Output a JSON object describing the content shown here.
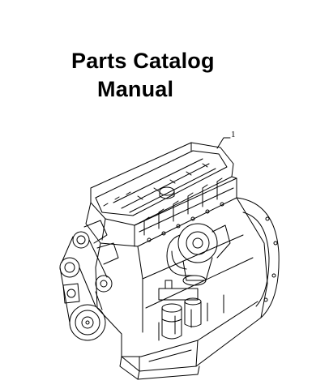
{
  "document": {
    "title_lines": [
      "Parts Catalog",
      "Manual"
    ],
    "callout_label": "1"
  },
  "illustration": {
    "subject": "diesel-engine-assembly",
    "stroke_color": "#000000",
    "background_color": "#ffffff"
  }
}
